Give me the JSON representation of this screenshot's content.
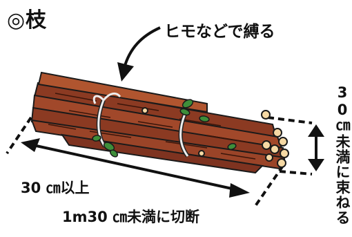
{
  "title": "◎枝",
  "callout": "ヒモなどで縛る",
  "length_min": "30 ㎝以上",
  "length_max": "1m30 ㎝未満に切断",
  "bundle_size": "30㎝未満に束ねる",
  "colors": {
    "bark": "#8B3A22",
    "bark_light": "#B0552F",
    "cut_end": "#F6D9A4",
    "leaf": "#3E8E3A",
    "string": "#E8E8E8",
    "outline": "#1a1a1a"
  }
}
